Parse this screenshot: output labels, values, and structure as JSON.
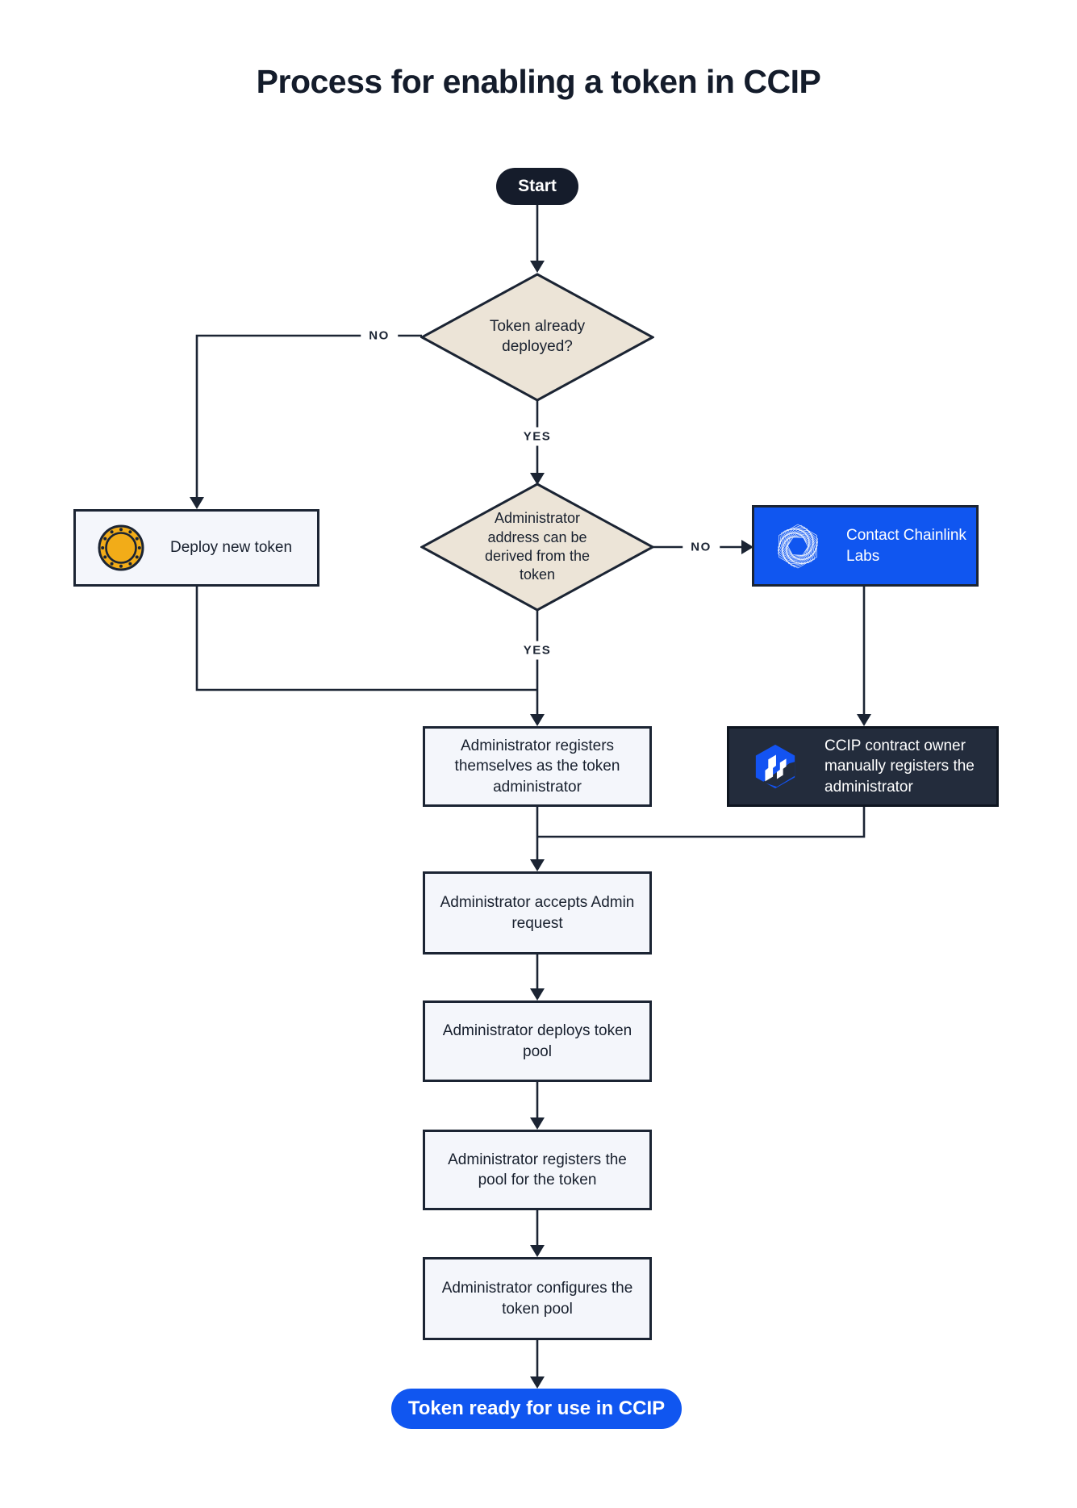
{
  "title": "Process for enabling a token in CCIP",
  "colors": {
    "accent_blue": "#1056f0",
    "ink": "#1b2433",
    "diamond_fill": "#ece4d7",
    "light_box_fill": "#f4f6fb",
    "dark_box_fill": "#232c3c",
    "coin_gold": "#f2ac18"
  },
  "nodes": {
    "start": {
      "label": "Start"
    },
    "token_deployed_decision": {
      "label": "Token already deployed?"
    },
    "deploy_new_token": {
      "label": "Deploy new token",
      "icon": "coin-icon"
    },
    "admin_address_decision": {
      "label": "Administrator address can be derived from the token"
    },
    "contact_chainlink_labs": {
      "label": "Contact Chainlink Labs",
      "icon": "chainlink-labs-icon"
    },
    "ccip_owner_registers": {
      "label": "CCIP contract owner manually registers the administrator",
      "icon": "ccip-icon"
    },
    "admin_registers": {
      "label": "Administrator registers themselves as the token administrator"
    },
    "admin_accepts": {
      "label": "Administrator accepts Admin request"
    },
    "admin_deploys_pool": {
      "label": "Administrator deploys token pool"
    },
    "admin_registers_pool": {
      "label": "Administrator registers the pool for the token"
    },
    "admin_configures_pool": {
      "label": "Administrator configures the token pool"
    },
    "token_ready": {
      "label": "Token ready for use in CCIP"
    }
  },
  "edge_labels": {
    "no_token_deployed": "NO",
    "yes_token_deployed": "YES",
    "no_admin_address": "NO",
    "yes_admin_address": "YES"
  }
}
